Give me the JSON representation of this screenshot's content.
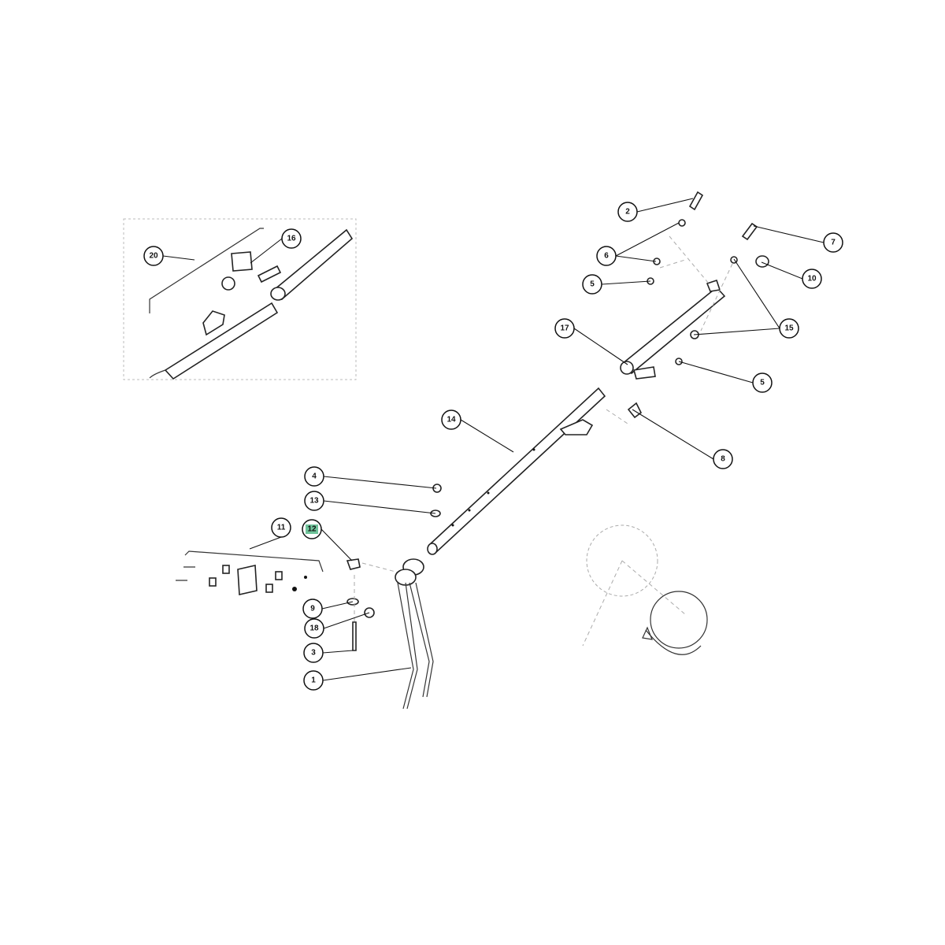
{
  "callouts": {
    "c1": "1",
    "c2": "2",
    "c3": "3",
    "c4": "4",
    "c5a": "5",
    "c5b": "5",
    "c6": "6",
    "c7": "7",
    "c8": "8",
    "c9": "9",
    "c10": "10",
    "c11": "11",
    "c12": "12",
    "c13": "13",
    "c14": "14",
    "c15": "15",
    "c16": "16",
    "c17": "17",
    "c18": "18",
    "c20": "20"
  },
  "colors": {
    "highlight": "#6fc39a"
  }
}
